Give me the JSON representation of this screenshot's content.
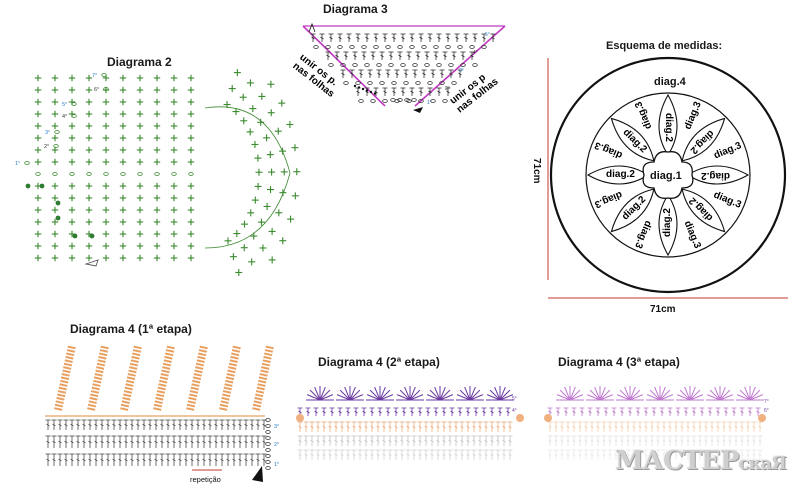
{
  "colors": {
    "green": "#3a8a2e",
    "blue": "#2b7fc9",
    "magenta": "#c13ac1",
    "purple": "#6b3aa0",
    "orange": "#e8a060",
    "lilac": "#c07ad0",
    "red_line": "#c0392b",
    "dark": "#222222"
  },
  "diagram2": {
    "title": "Diagrama 2",
    "rows": [
      "7°",
      "6°",
      "5°",
      "4°",
      "3°",
      "2°",
      "1°"
    ]
  },
  "diagram3": {
    "title": "Diagrama 3",
    "join_left": "unir os p. nas folhas",
    "join_right": "unir os p nas folhas",
    "rows": [
      "5°",
      "4°",
      "3°",
      "2°",
      "1°"
    ]
  },
  "measures": {
    "title": "Esquema de medidas:",
    "width": "71cm",
    "height": "71cm",
    "labels": {
      "outer": "diag.4",
      "center": "diag.1",
      "petal": "diag.2",
      "between": "diag.3"
    }
  },
  "diagram4a": {
    "title": "Diagrama 4 (1ª etapa)",
    "repeat": "repetição",
    "rows": [
      "3°",
      "2°",
      "1°"
    ]
  },
  "diagram4b": {
    "title": "Diagrama 4 (2ª etapa)",
    "rows": [
      "5°",
      "4°"
    ]
  },
  "diagram4c": {
    "title": "Diagrama 4 (3ª etapa)",
    "rows": [
      "7°",
      "6°"
    ]
  },
  "watermark": {
    "text_a": "МАСТЕР",
    "text_b": "скаЯ"
  }
}
